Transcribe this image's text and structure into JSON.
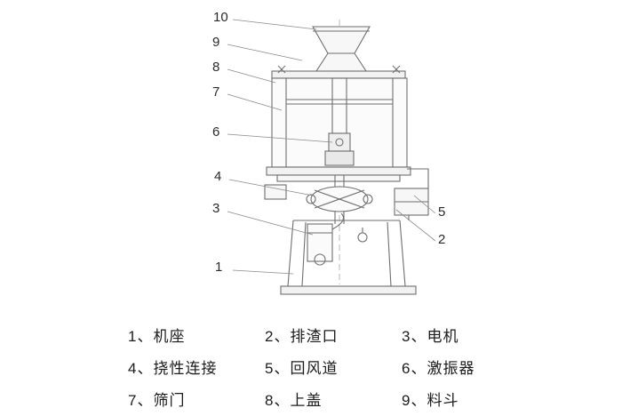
{
  "callouts": {
    "1": "1",
    "2": "2",
    "3": "3",
    "4": "4",
    "5": "5",
    "6": "6",
    "7": "7",
    "8": "8",
    "9": "9",
    "10": "10"
  },
  "legend": {
    "items": [
      "1、机座",
      "2、排渣口",
      "3、电机",
      "4、挠性连接",
      "5、回风道",
      "6、激振器",
      "7、筛门",
      "8、上盖",
      "9、料斗"
    ]
  },
  "colors": {
    "line": "#6e6e6e",
    "leader": "#8a8a8a",
    "text": "#1c1c1c",
    "background": "#ffffff"
  }
}
